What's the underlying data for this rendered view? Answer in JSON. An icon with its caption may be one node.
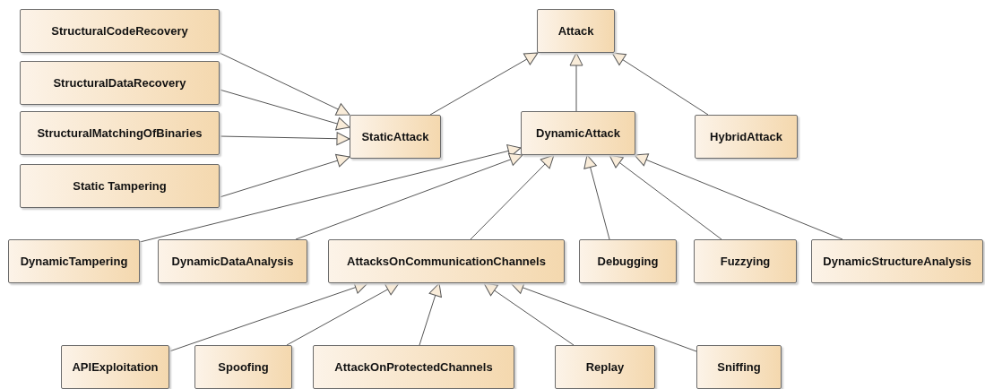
{
  "diagram": {
    "nodes": [
      {
        "text": [
          "Attack"
        ]
      },
      {
        "text": [
          "StructuralCodeRecovery"
        ]
      },
      {
        "text": [
          "StructuralDataRecovery"
        ]
      },
      {
        "text": [
          "StructuralMatchingOfBinaries"
        ]
      },
      {
        "text": [
          "Static Tampering"
        ]
      },
      {
        "text": [
          "StaticAttack"
        ]
      },
      {
        "text": [
          "DynamicAttack"
        ]
      },
      {
        "text": [
          "HybridAttack"
        ]
      },
      {
        "text": [
          "DynamicTampering"
        ]
      },
      {
        "text": [
          "DynamicDataAnalysis"
        ]
      },
      {
        "text": [
          "AttacksOnCommunicationChannels"
        ]
      },
      {
        "text": [
          "Debugging"
        ]
      },
      {
        "text": [
          "Fuzzying"
        ]
      },
      {
        "text": [
          "DynamicStructureAnalysis"
        ]
      },
      {
        "text": [
          "APIExploitation"
        ]
      },
      {
        "text": [
          "Spoofing"
        ]
      },
      {
        "text": [
          "AttackOnProtectedChannels"
        ]
      },
      {
        "text": [
          "Replay"
        ]
      },
      {
        "text": [
          "Sniffing"
        ]
      }
    ],
    "edges": [
      {
        "from": 5,
        "to": 0,
        "arrow": "to"
      },
      {
        "from": 6,
        "to": 0,
        "arrow": "to"
      },
      {
        "from": 7,
        "to": 0,
        "arrow": "to"
      },
      {
        "from": 1,
        "to": 5,
        "arrow": "to"
      },
      {
        "from": 2,
        "to": 5,
        "arrow": "to"
      },
      {
        "from": 3,
        "to": 5,
        "arrow": "to"
      },
      {
        "from": 4,
        "to": 5,
        "arrow": "to"
      },
      {
        "from": 8,
        "to": 6,
        "arrow": "to"
      },
      {
        "from": 9,
        "to": 6,
        "arrow": "to"
      },
      {
        "from": 10,
        "to": 6,
        "arrow": "to"
      },
      {
        "from": 11,
        "to": 6,
        "arrow": "to"
      },
      {
        "from": 12,
        "to": 6,
        "arrow": "to"
      },
      {
        "from": 13,
        "to": 6,
        "arrow": "to"
      },
      {
        "from": 14,
        "to": 10,
        "arrow": "to"
      },
      {
        "from": 15,
        "to": 10,
        "arrow": "to"
      },
      {
        "from": 16,
        "to": 10,
        "arrow": "to"
      },
      {
        "from": 17,
        "to": 10,
        "arrow": "to"
      },
      {
        "from": 18,
        "to": 10,
        "arrow": "to"
      }
    ]
  }
}
